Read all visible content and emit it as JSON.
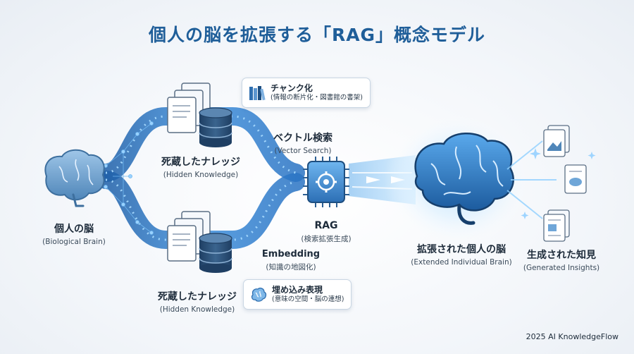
{
  "title": "個人の脳を拡張する「RAG」概念モデル",
  "nodes": {
    "personal_brain": {
      "label": "個人の脳",
      "sub": "(Biological Brain)"
    },
    "hidden_top": {
      "label": "死蔵したナレッジ",
      "sub": "(Hidden Knowledge)"
    },
    "hidden_bottom": {
      "label": "死蔵したナレッジ",
      "sub": "(Hidden Knowledge)"
    },
    "vector_search": {
      "label": "ベクトル検索",
      "sub": "(Vector Search)"
    },
    "embedding": {
      "label": "Embedding",
      "sub": "(知識の地図化)"
    },
    "rag": {
      "label": "RAG",
      "sub": "(検索拡張生成)"
    },
    "extended_brain": {
      "label": "拡張された個人の脳",
      "sub": "(Extended Individual Brain)"
    },
    "insights": {
      "label": "生成された知見",
      "sub": "(Generated Insights)"
    }
  },
  "callouts": {
    "chunk": {
      "label": "チャンク化",
      "sub": "(情報の断片化・図書館の書架)",
      "icon": "books-icon"
    },
    "embedding_repr": {
      "label": "埋め込み表現",
      "sub": "(意味の空間・脳の連想)",
      "icon": "brain-icon"
    }
  },
  "footer": "2025 AI KnowledgeFlow",
  "colors": {
    "title": "#1f5e99",
    "flow": "#2f7fd0",
    "glow": "#7cc4ff",
    "dark": "#1d3f66"
  }
}
